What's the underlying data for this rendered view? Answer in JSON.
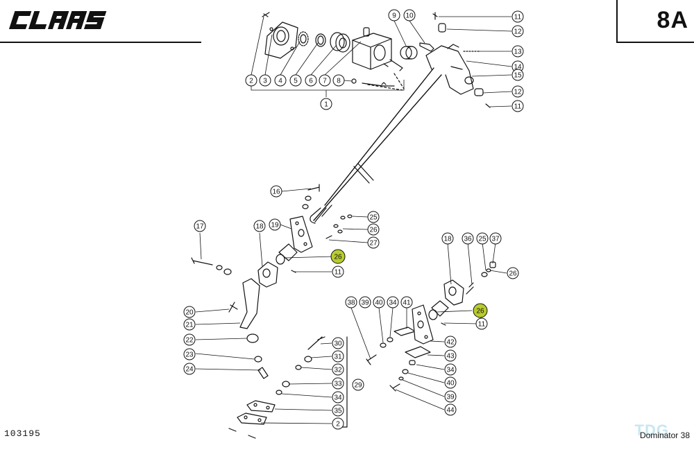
{
  "header": {
    "brand": "CLAAS",
    "plate": "8A"
  },
  "footer": {
    "doc_number": "103195",
    "model": "Dominator 38",
    "watermark": "TDG"
  },
  "highlight_color": "#b8cc2e",
  "callouts": [
    {
      "id": "c2a",
      "label": "2"
    },
    {
      "id": "c3",
      "label": "3"
    },
    {
      "id": "c4",
      "label": "4"
    },
    {
      "id": "c5",
      "label": "5"
    },
    {
      "id": "c6",
      "label": "6"
    },
    {
      "id": "c7",
      "label": "7"
    },
    {
      "id": "c8",
      "label": "8"
    },
    {
      "id": "c1",
      "label": "1"
    },
    {
      "id": "c9",
      "label": "9"
    },
    {
      "id": "c10",
      "label": "10"
    },
    {
      "id": "c11a",
      "label": "11"
    },
    {
      "id": "c12a",
      "label": "12"
    },
    {
      "id": "c13",
      "label": "13"
    },
    {
      "id": "c14",
      "label": "14"
    },
    {
      "id": "c15",
      "label": "15"
    },
    {
      "id": "c12b",
      "label": "12"
    },
    {
      "id": "c11b",
      "label": "11"
    },
    {
      "id": "c16",
      "label": "16"
    },
    {
      "id": "c25a",
      "label": "25"
    },
    {
      "id": "c26a",
      "label": "26"
    },
    {
      "id": "c27",
      "label": "27"
    },
    {
      "id": "c17",
      "label": "17"
    },
    {
      "id": "c18a",
      "label": "18"
    },
    {
      "id": "c19",
      "label": "19"
    },
    {
      "id": "c26h1",
      "label": "26",
      "highlight": true
    },
    {
      "id": "c11c",
      "label": "11"
    },
    {
      "id": "c20",
      "label": "20"
    },
    {
      "id": "c21",
      "label": "21"
    },
    {
      "id": "c22",
      "label": "22"
    },
    {
      "id": "c23",
      "label": "23"
    },
    {
      "id": "c24",
      "label": "24"
    },
    {
      "id": "c30",
      "label": "30"
    },
    {
      "id": "c31",
      "label": "31"
    },
    {
      "id": "c32",
      "label": "32"
    },
    {
      "id": "c33",
      "label": "33"
    },
    {
      "id": "c29",
      "label": "29"
    },
    {
      "id": "c34a",
      "label": "34"
    },
    {
      "id": "c35",
      "label": "35"
    },
    {
      "id": "c2b",
      "label": "2"
    },
    {
      "id": "c18b",
      "label": "18"
    },
    {
      "id": "c36",
      "label": "36"
    },
    {
      "id": "c25b",
      "label": "25"
    },
    {
      "id": "c37",
      "label": "37"
    },
    {
      "id": "c26b",
      "label": "26"
    },
    {
      "id": "c26h2",
      "label": "26",
      "highlight": true
    },
    {
      "id": "c11d",
      "label": "11"
    },
    {
      "id": "c38",
      "label": "38"
    },
    {
      "id": "c39a",
      "label": "39"
    },
    {
      "id": "c40a",
      "label": "40"
    },
    {
      "id": "c34b",
      "label": "34"
    },
    {
      "id": "c41",
      "label": "41"
    },
    {
      "id": "c42",
      "label": "42"
    },
    {
      "id": "c43",
      "label": "43"
    },
    {
      "id": "c34c",
      "label": "34"
    },
    {
      "id": "c40b",
      "label": "40"
    },
    {
      "id": "c39b",
      "label": "39"
    },
    {
      "id": "c44",
      "label": "44"
    }
  ]
}
